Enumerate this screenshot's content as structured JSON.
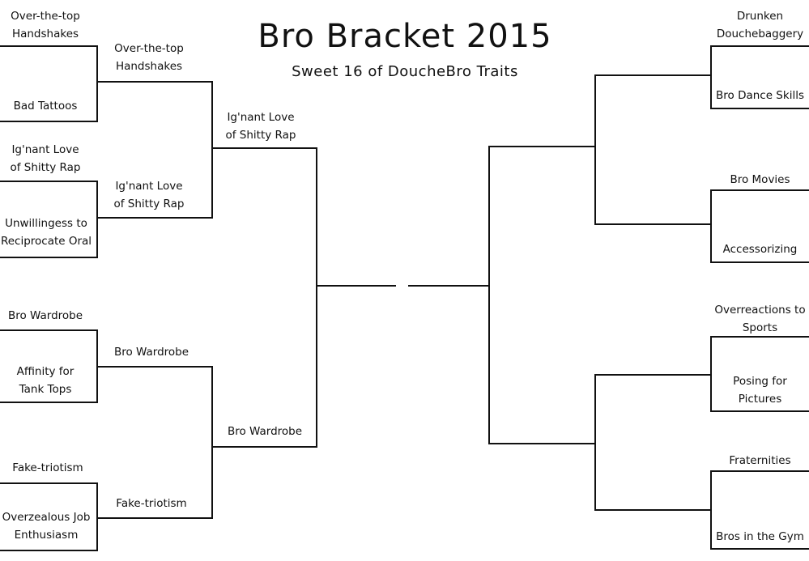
{
  "title": "Bro Bracket 2015",
  "subtitle": "Sweet 16 of DoucheBro Traits",
  "left": {
    "round1": [
      "Over-the-top\nHandshakes",
      "Bad Tattoos",
      "Ig'nant Love\nof Shitty Rap",
      "Unwillingess to\nReciprocate Oral",
      "Bro Wardrobe",
      "Affinity for\nTank Tops",
      "Fake-triotism",
      "Overzealous Job\nEnthusiasm"
    ],
    "round2": [
      "Over-the-top\nHandshakes",
      "Ig'nant Love\nof Shitty Rap",
      "Bro Wardrobe",
      "Fake-triotism"
    ],
    "round3": [
      "Ig'nant Love\nof Shitty Rap",
      "Bro Wardrobe"
    ]
  },
  "right": {
    "round1": [
      "Drunken\nDouchebaggery",
      "Bro Dance Skills",
      "Bro Movies",
      "Accessorizing",
      "Overreactions to\nSports",
      "Posing for\nPictures",
      "Fraternities",
      "Bros in the Gym"
    ]
  }
}
